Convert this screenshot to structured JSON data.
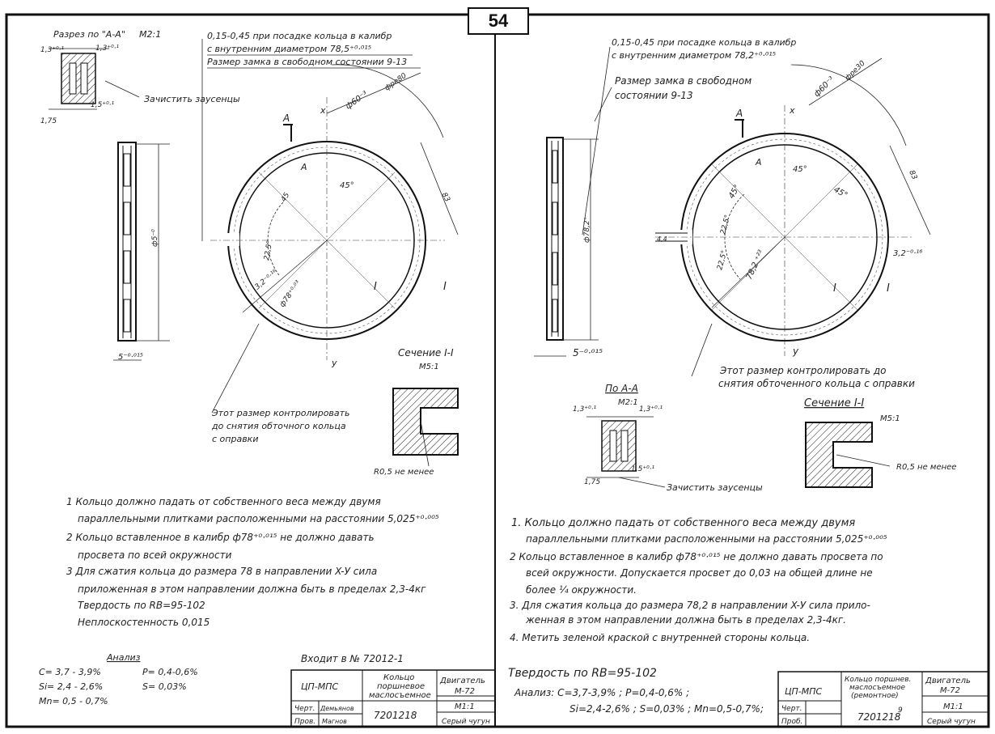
{
  "page_number": "54",
  "left": {
    "section_title": "Разрез по \"А-А\"",
    "section_scale": "М2:1",
    "dims_section": {
      "d1": "1,3⁺⁰·¹",
      "d2": "1,3⁺⁰·¹",
      "d3": "1,5⁺⁰·¹",
      "d4": "1,75"
    },
    "deburr_note": "Зачистить заусенцы",
    "gap_note_1": "0,15-0,45 при посадке кольца в калибр",
    "gap_note_2": "с внутренним диаметром 78,5⁺⁰·⁰¹⁵",
    "gap_note_3": "Размер замка в свободном состоянии 9-13",
    "dim_outer_diam": "ф60⁻³",
    "dim_angle_top": "фре80",
    "dim_side_height": "ф5⁻⁰",
    "dim_width": "5⁻⁰·⁰¹⁵",
    "dim_inner_diam": "ф78⁺⁰·⁰³",
    "dim_lock": "3,2⁻⁰·¹⁶",
    "dim_radial": "83",
    "angle_45": "45°",
    "angle_225": "22,5°",
    "angle_45b": "45",
    "label_A": "А",
    "label_x": "x",
    "label_y": "у",
    "label_I": "I",
    "section_I_title": "Сечение I-I",
    "section_I_scale": "М5:1",
    "radius_note": "R0,5 не менее",
    "control_note_1": "Этот размер контролировать",
    "control_note_2": "до снятия обточного кольца",
    "control_note_3": "с оправки",
    "notes": [
      "1 Кольцо должно падать от собственного веса между двумя",
      "параллельными плитками расположенными на расстоянии 5,025⁺⁰·⁰⁰⁵",
      "2 Кольцо вставленное в калибр ф78⁺⁰·⁰¹⁵ не должно давать",
      "просвета по всей окружности",
      "3 Для сжатия кольца до размера 78 в направлении X-У сила",
      "приложенная в этом направлении должна быть в пределах 2,3-4кг",
      "Твердость по RВ=95-102",
      "Неплоскостенность 0,015"
    ],
    "analysis_title": "Анализ",
    "analysis": [
      "С= 3,7 - 3,9%",
      "Р= 0,4-0,6%",
      "Si= 2,4 - 2,6%",
      "S= 0,03%",
      "Mn= 0,5 - 0,7%"
    ],
    "enters": "Входит в № 72012-1",
    "stamp": {
      "org": "ЦП-МПС",
      "name_1": "Кольцо",
      "name_2": "поршневое",
      "name_3": "маслосъемное",
      "engine": "Двигатель",
      "engine_model": "М-72",
      "drawn": "Черт.",
      "drawn_name": "Демьянов",
      "checked": "Пров.",
      "checked_name": "Магнов",
      "number": "7201218",
      "scale": "М1:1",
      "material": "Серый чугун"
    }
  },
  "right": {
    "gap_note_1": "0,15-0,45 при посадке кольца в калибр",
    "gap_note_2": "с внутренним диаметром 78,2⁺⁰·⁰¹⁵",
    "gap_note_3": "Размер замка в свободном",
    "gap_note_4": "состоянии 9-13",
    "dim_outer_diam": "ф60⁻³",
    "dim_angle_top": "фре30",
    "dim_side_height": "ф78,2⁺",
    "dim_width": "5⁻⁰·⁰¹⁵",
    "dim_inner_diam": "78,2 ⁺²³",
    "dim_lock": "3,2⁻⁰·¹⁶",
    "dim_radial": "83",
    "dim_gap": "4,4",
    "angle_45a": "45°",
    "angle_45b": "45°",
    "angle_45c": "45°",
    "angle_225a": "22,5°",
    "angle_225b": "22,5°",
    "label_A": "А",
    "label_x": "x",
    "label_y": "у",
    "label_I": "I",
    "control_note_1": "Этот размер контролировать до",
    "control_note_2": "снятия обточенного кольца с оправки",
    "section_title": "По А-А",
    "section_scale": "М2:1",
    "dims_section": {
      "d1": "1,3⁺⁰·¹",
      "d2": "1,3⁺⁰·¹",
      "d3": "1,5⁺⁰·¹",
      "d4": "1,75"
    },
    "deburr_note": "Зачистить заусенцы",
    "section_I_title": "Сечение I-I",
    "section_I_scale": "М5:1",
    "radius_note": "R0,5 не менее",
    "notes": [
      "1. Кольцо должно падать от собственного веса между двумя",
      "параллельными плитками расположенными на расстоянии 5,025⁺⁰·⁰⁰⁵",
      "2 Кольцо вставленное в калибр ф78⁺⁰·⁰¹⁵ не должно давать просвета по",
      "всей окружности. Допускается просвет до 0,03 на общей длине не",
      "более ¼ окружности.",
      "3. Для сжатия кольца до размера 78,2 в направлении X-У сила прило-",
      "женная в этом направлении должна быть в пределах 2,3-4кг.",
      "4. Метить зеленой краской с внутренней стороны кольца."
    ],
    "hardness": "Твердость по RВ=95-102",
    "analysis_1": "Анализ: С=3,7-3,9% ; Р=0,4-0,6% ;",
    "analysis_2": "Si=2,4-2,6% ; S=0,03% ; Mn=0,5-0,7%;",
    "stamp": {
      "org": "ЦП-МПС",
      "name_1": "Кольцо поршнев.",
      "name_2": "маслосъемное",
      "name_3": "(ремонтное)",
      "engine": "Двигатель",
      "engine_model": "М-72",
      "drawn": "Черт.",
      "checked": "Проб.",
      "number": "7201218",
      "number_sup": "9",
      "scale": "М1:1",
      "material": "Серый чугун"
    }
  }
}
